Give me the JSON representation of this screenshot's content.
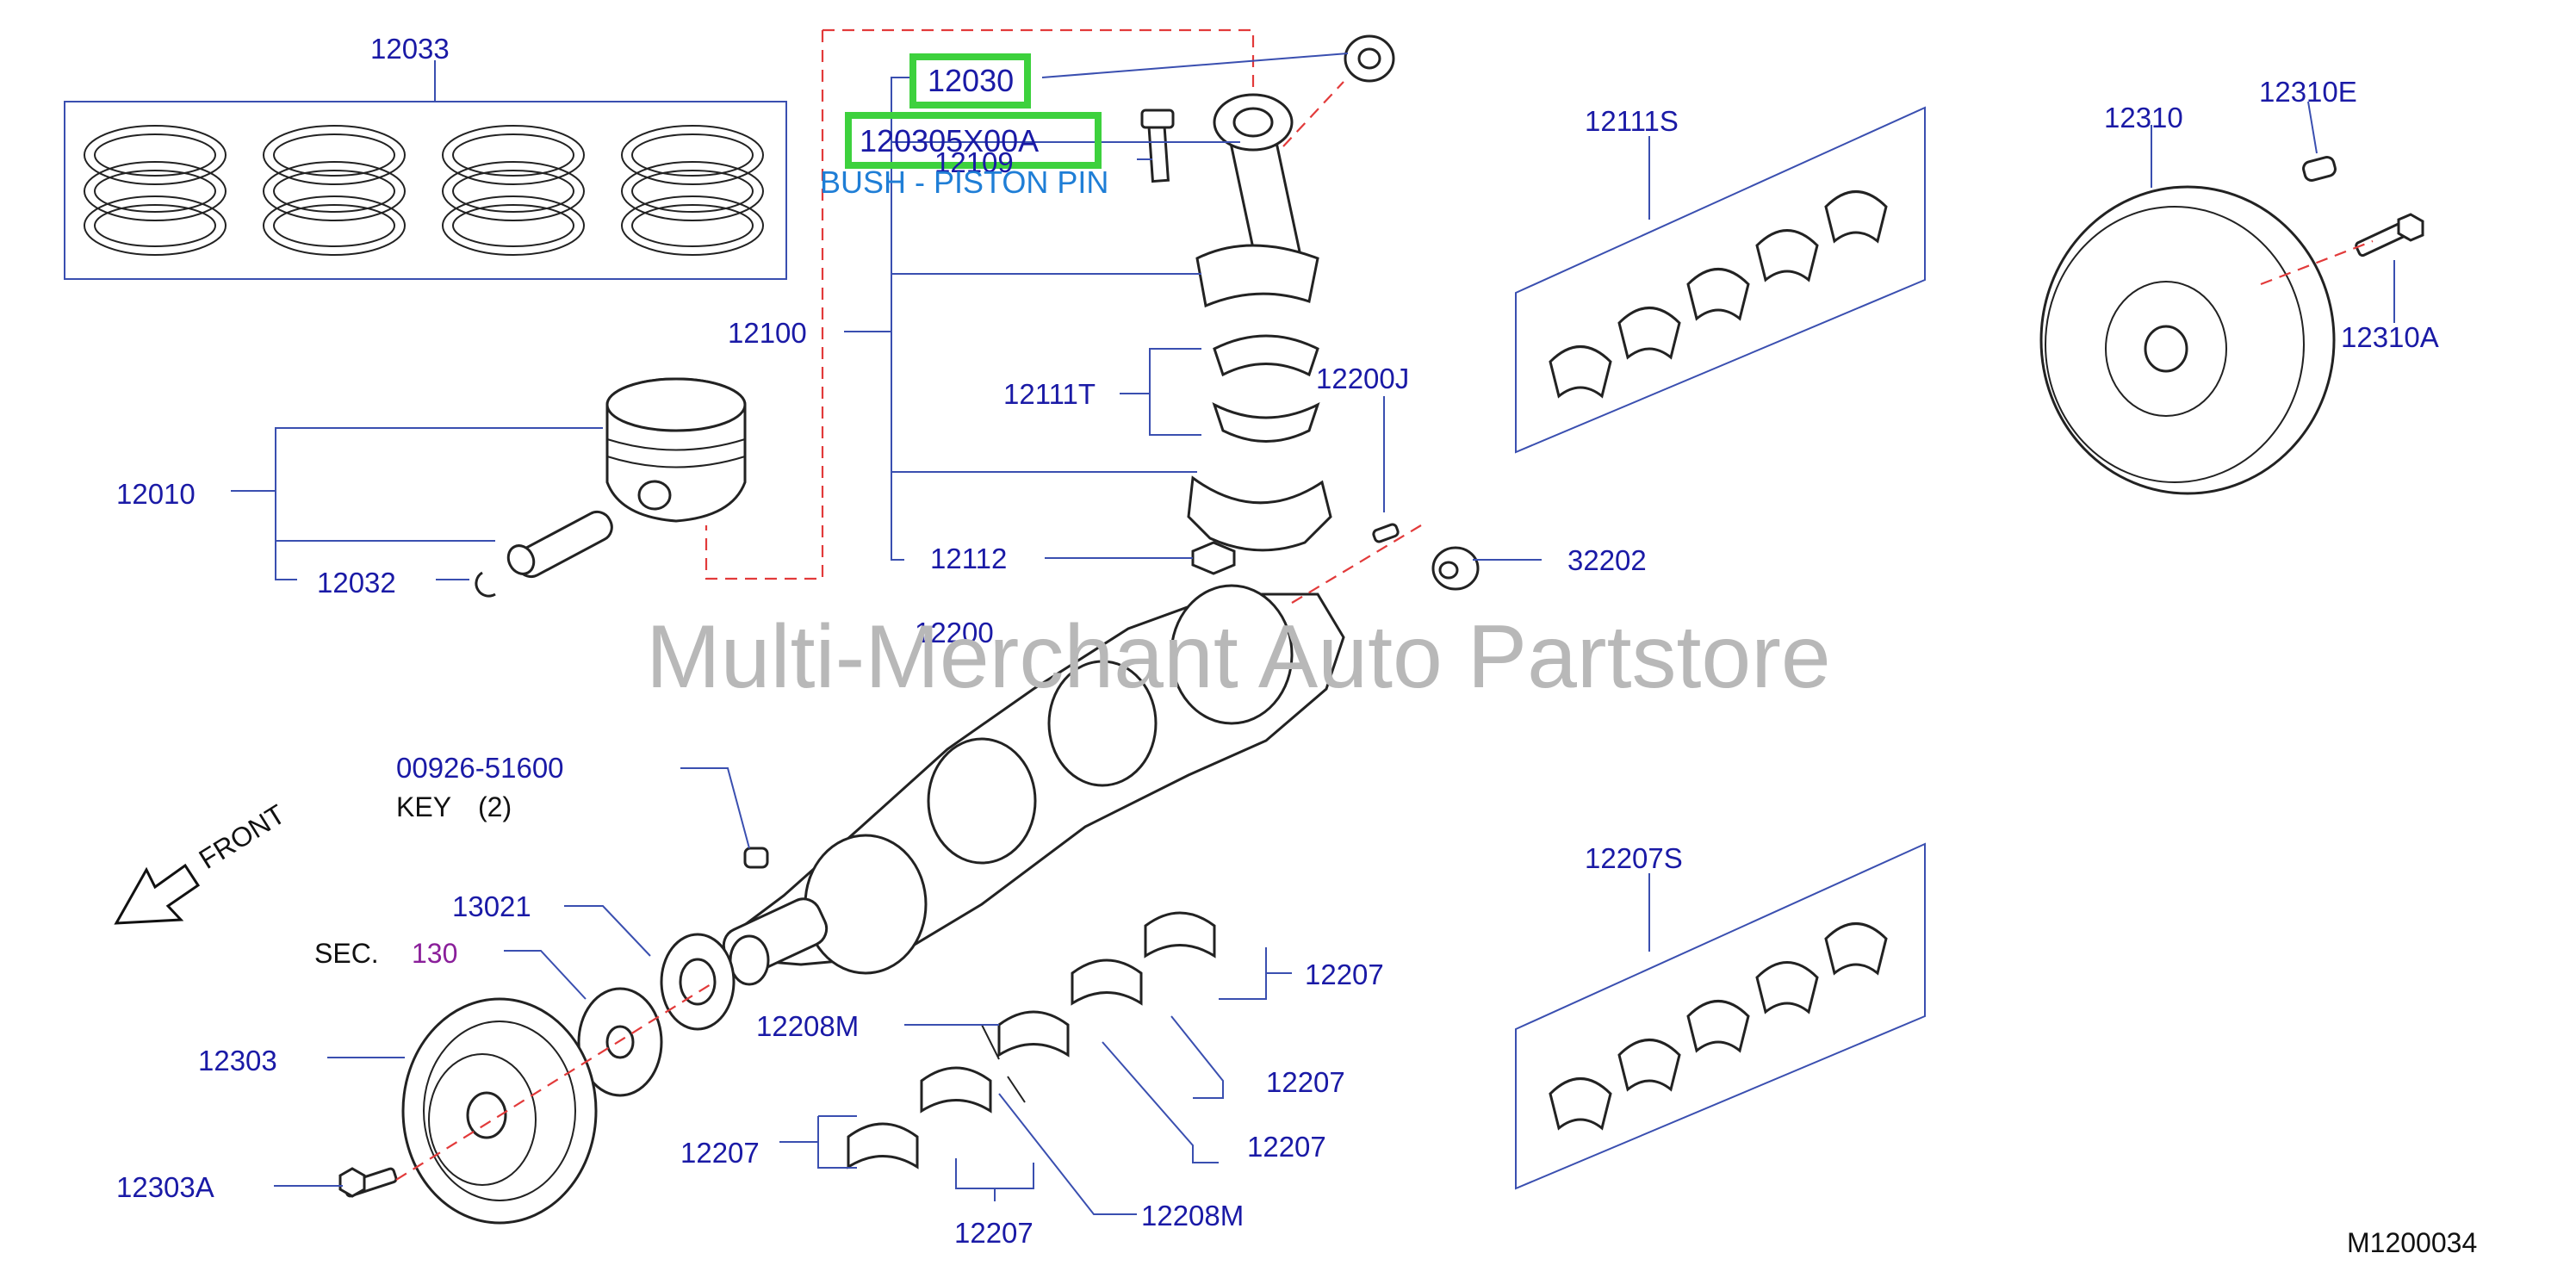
{
  "diagram": {
    "part_numbers": {
      "p12033": "12033",
      "p12030": "12030",
      "p120305": "120305X00A",
      "p12109": "12109",
      "p12100": "12100",
      "p12111T": "12111T",
      "p12200J": "12200J",
      "p12010": "12010",
      "p12032": "12032",
      "p12112": "12112",
      "p32202": "32202",
      "p12200": "12200",
      "p12111S": "12111S",
      "p12310": "12310",
      "p12310E": "12310E",
      "p12310A": "12310A",
      "p0092651600": "00926-51600",
      "p13021": "13021",
      "p12303": "12303",
      "p12303A": "12303A",
      "p12207S": "12207S",
      "p12207_a": "12207",
      "p12207_b": "12207",
      "p12207_c": "12207",
      "p12207_d": "12207",
      "p12207_e": "12207",
      "p12208M_a": "12208M",
      "p12208M_b": "12208M"
    },
    "descriptions": {
      "bush": "BUSH - PISTON PIN",
      "key": "KEY",
      "key_qty": "(2)",
      "sec_prefix": "SEC.",
      "sec_number": "130",
      "front": "FRONT"
    },
    "highlighted": [
      "12030",
      "120305X00A"
    ],
    "watermark": "Multi-Merchant Auto Partstore",
    "figure_code": "M1200034",
    "colors": {
      "label": "#1a1aa6",
      "highlight_box": "#3dd13d",
      "dashed_outline": "#e23a3a",
      "description": "#1f7ed6",
      "section_ref": "#8a1f9a",
      "watermark": "#b8b8b8"
    }
  }
}
